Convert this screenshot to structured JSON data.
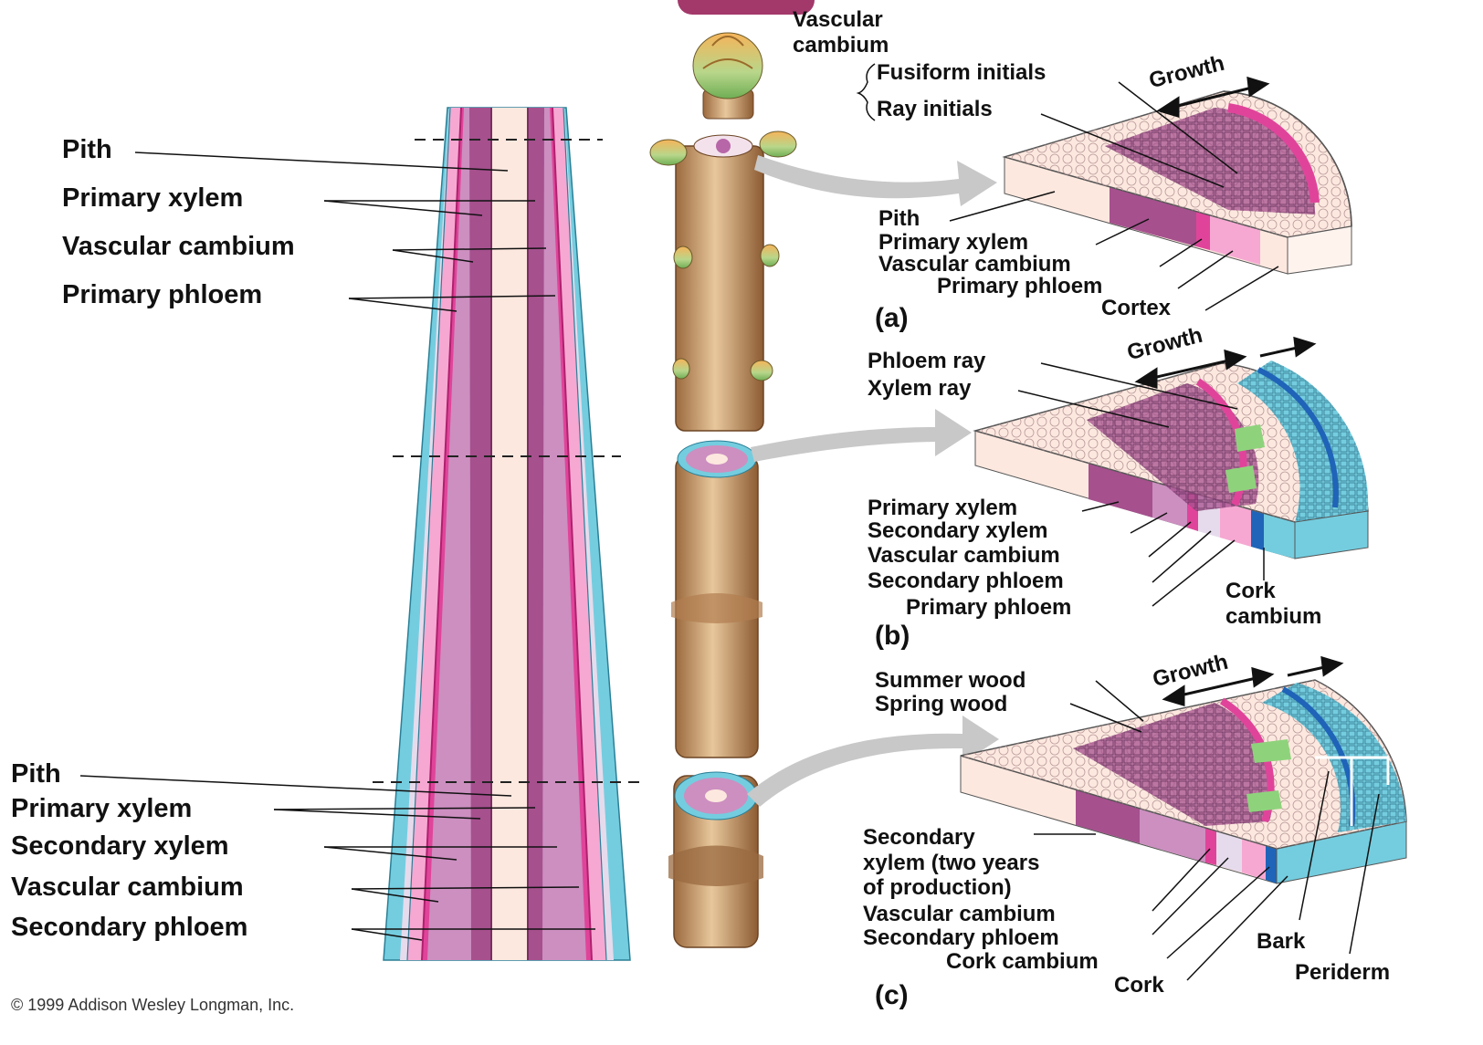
{
  "stem_labels_upper": {
    "pith": "Pith",
    "primary_xylem": "Primary xylem",
    "vascular_cambium": "Vascular cambium",
    "primary_phloem": "Primary phloem"
  },
  "stem_labels_lower": {
    "pith": "Pith",
    "primary_xylem": "Primary xylem",
    "secondary_xylem": "Secondary xylem",
    "vascular_cambium": "Vascular cambium",
    "secondary_phloem": "Secondary phloem"
  },
  "panel_a": {
    "vascular_cambium": "Vascular\ncambium",
    "fusiform_initials": "Fusiform initials",
    "ray_initials": "Ray initials",
    "growth": "Growth",
    "pith": "Pith",
    "primary_xylem": "Primary xylem",
    "vascular_cambium_2": "Vascular cambium",
    "primary_phloem": "Primary phloem",
    "cortex": "Cortex",
    "letter": "(a)"
  },
  "panel_b": {
    "phloem_ray": "Phloem ray",
    "xylem_ray": "Xylem ray",
    "growth": "Growth",
    "primary_xylem": "Primary xylem",
    "secondary_xylem": "Secondary xylem",
    "vascular_cambium": "Vascular cambium",
    "secondary_phloem": "Secondary phloem",
    "primary_phloem": "Primary phloem",
    "cork_cambium": "Cork\ncambium",
    "letter": "(b)"
  },
  "panel_c": {
    "summer_wood": "Summer wood",
    "spring_wood": "Spring wood",
    "growth": "Growth",
    "secondary_xylem": "Secondary\nxylem (two years\nof production)",
    "vascular_cambium": "Vascular cambium",
    "secondary_phloem": "Secondary phloem",
    "cork_cambium": "Cork cambium",
    "cork": "Cork",
    "bark": "Bark",
    "periderm": "Periderm",
    "letter": "(c)"
  },
  "copyright": "© 1999 Addison Wesley Longman, Inc.",
  "colors": {
    "pith": "#fde8df",
    "primary_xylem": "#a6508e",
    "secondary_xylem": "#cc8fc0",
    "vascular_cambium": "#e0449a",
    "secondary_phloem": "#e6dbec",
    "primary_phloem": "#f6a8d2",
    "cortex": "#fff3ee",
    "cork": "#74cddf",
    "cork_cambium": "#1f64b8",
    "ray": "#8ed37c",
    "twig": "#c99a6a",
    "arrow": "#c8c8c8"
  }
}
